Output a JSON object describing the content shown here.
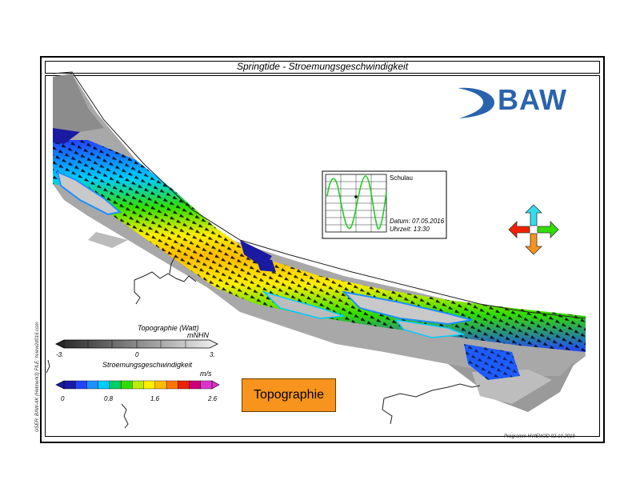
{
  "title": "Springtide - Stroemungsgeschwindigkeit",
  "logo_text": "BAW",
  "colors": {
    "logo": "#2a63ad",
    "button": "#f7941d"
  },
  "inset": {
    "station": "Schulau",
    "date_label": "Datum: 07.05.2016",
    "time_label": "Uhrzeit: 13:30"
  },
  "legend_topo": {
    "title": "Topographie (Watt)",
    "unit": "mNHN",
    "ticks": [
      "-3.",
      "0",
      "3."
    ]
  },
  "legend_speed": {
    "title": "Stroemungsgeschwindigkeit",
    "unit": "m/s",
    "ticks": [
      "0",
      "0.8",
      "1.6",
      "2.6"
    ],
    "colors": [
      "#1a1aa0",
      "#2244ff",
      "#1e90ff",
      "#00ccff",
      "#00cc66",
      "#33dd00",
      "#bbee00",
      "#ffee00",
      "#ffbb00",
      "#ff7700",
      "#ee2200",
      "#cc0077",
      "#dd33cc"
    ]
  },
  "button_label": "Topographie",
  "side_text": "USER: BAW-AK (Helmerk3)   FILE: hview2d016.com",
  "footer": "Programm HVIEW2D   02.10.2019",
  "nav_arrows": [
    "up-arrow",
    "left-arrow",
    "right-arrow",
    "down-arrow"
  ]
}
